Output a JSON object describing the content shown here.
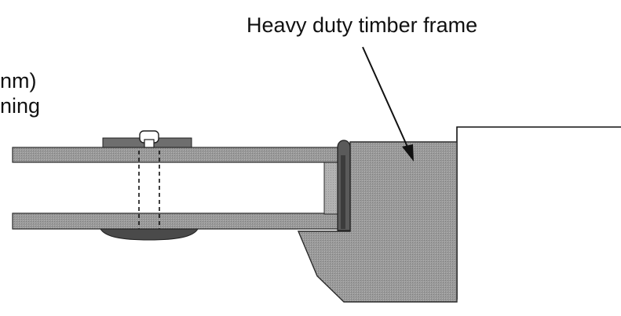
{
  "labels": {
    "frame": "Heavy duty timber frame",
    "left_line_1": "nm)",
    "left_line_2": "ning"
  },
  "colors": {
    "background": "#ffffff",
    "ink": "#111111",
    "panel_gray": "#8f8f8f",
    "frame_gray": "#9b9b9b",
    "clamp_dark": "#6e6e6e",
    "seal_dark": "#4a4a4a",
    "inner_light": "#c9c9c9"
  },
  "parts": {
    "frame_shape": "timber-frame-block",
    "wall_shape": "wall-outline",
    "upper_panel": "upper-sheet",
    "lower_panel": "lower-sheet",
    "fixing": "bolt-fixing",
    "seal": "edge-seal"
  }
}
